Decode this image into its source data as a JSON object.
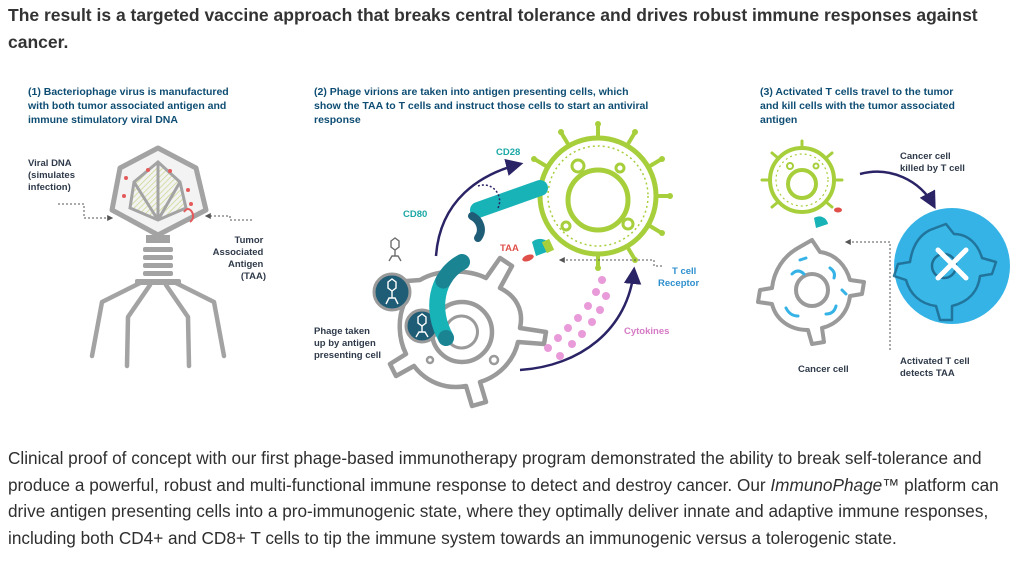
{
  "heading": "The result is a targeted vaccine approach that breaks central tolerance and drives robust immune responses against cancer.",
  "colors": {
    "caption": "#0e4d73",
    "label_dark": "#2f3a4a",
    "label_teal": "#1aa8a6",
    "label_blue": "#2e8fce",
    "label_red": "#e0504a",
    "label_pink": "#d57ac4",
    "tcell_green": "#a7cf3c",
    "apc_gray": "#9a9a9a",
    "arrow_navy": "#2a2466",
    "receptor_teal": "#18b3b7",
    "kill_circle": "#35b3e6"
  },
  "figure": {
    "panel1": {
      "caption": [
        "(1) Bacteriophage virus is manufactured",
        "with both tumor associated antigen and",
        "immune stimulatory viral DNA"
      ],
      "label_viral_dna": [
        "Viral DNA",
        "(simulates",
        "infection)"
      ],
      "label_taa": [
        "Tumor",
        "Associated",
        "Antigen",
        "(TAA)"
      ]
    },
    "panel2": {
      "caption": [
        "(2) Phage virions are taken into antigen presenting cells, which",
        "show the TAA to T cells and instruct those cells to start an antiviral",
        "response"
      ],
      "label_cd28": "CD28",
      "label_cd80": "CD80",
      "label_taa": "TAA",
      "label_tcell_receptor": [
        "T cell",
        "Receptor"
      ],
      "label_cytokines": "Cytokines",
      "label_phage_taken": [
        "Phage taken",
        "up by antigen",
        "presenting cell"
      ]
    },
    "panel3": {
      "caption": [
        "(3) Activated T cells travel to the tumor",
        "and kill cells with the tumor associated",
        "antigen"
      ],
      "label_killed": [
        "Cancer cell",
        "killed by T cell"
      ],
      "label_cancer_cell": "Cancer cell",
      "label_activated": [
        "Activated T cell",
        "detects TAA"
      ]
    }
  },
  "body_text": {
    "before_brand": "Clinical proof of concept with our first phage-based immunotherapy program demonstrated the ability to break self-tolerance and produce a powerful, robust and multi-functional immune response to detect and destroy cancer.  Our ",
    "brand": "ImmunoPhage™",
    "after_brand": " platform can drive antigen presenting cells into a pro-immunogenic state, where they optimally deliver innate and adaptive immune responses, including both CD4+ and CD8+ T cells to tip the immune system towards an immunogenic versus a tolerogenic state."
  }
}
